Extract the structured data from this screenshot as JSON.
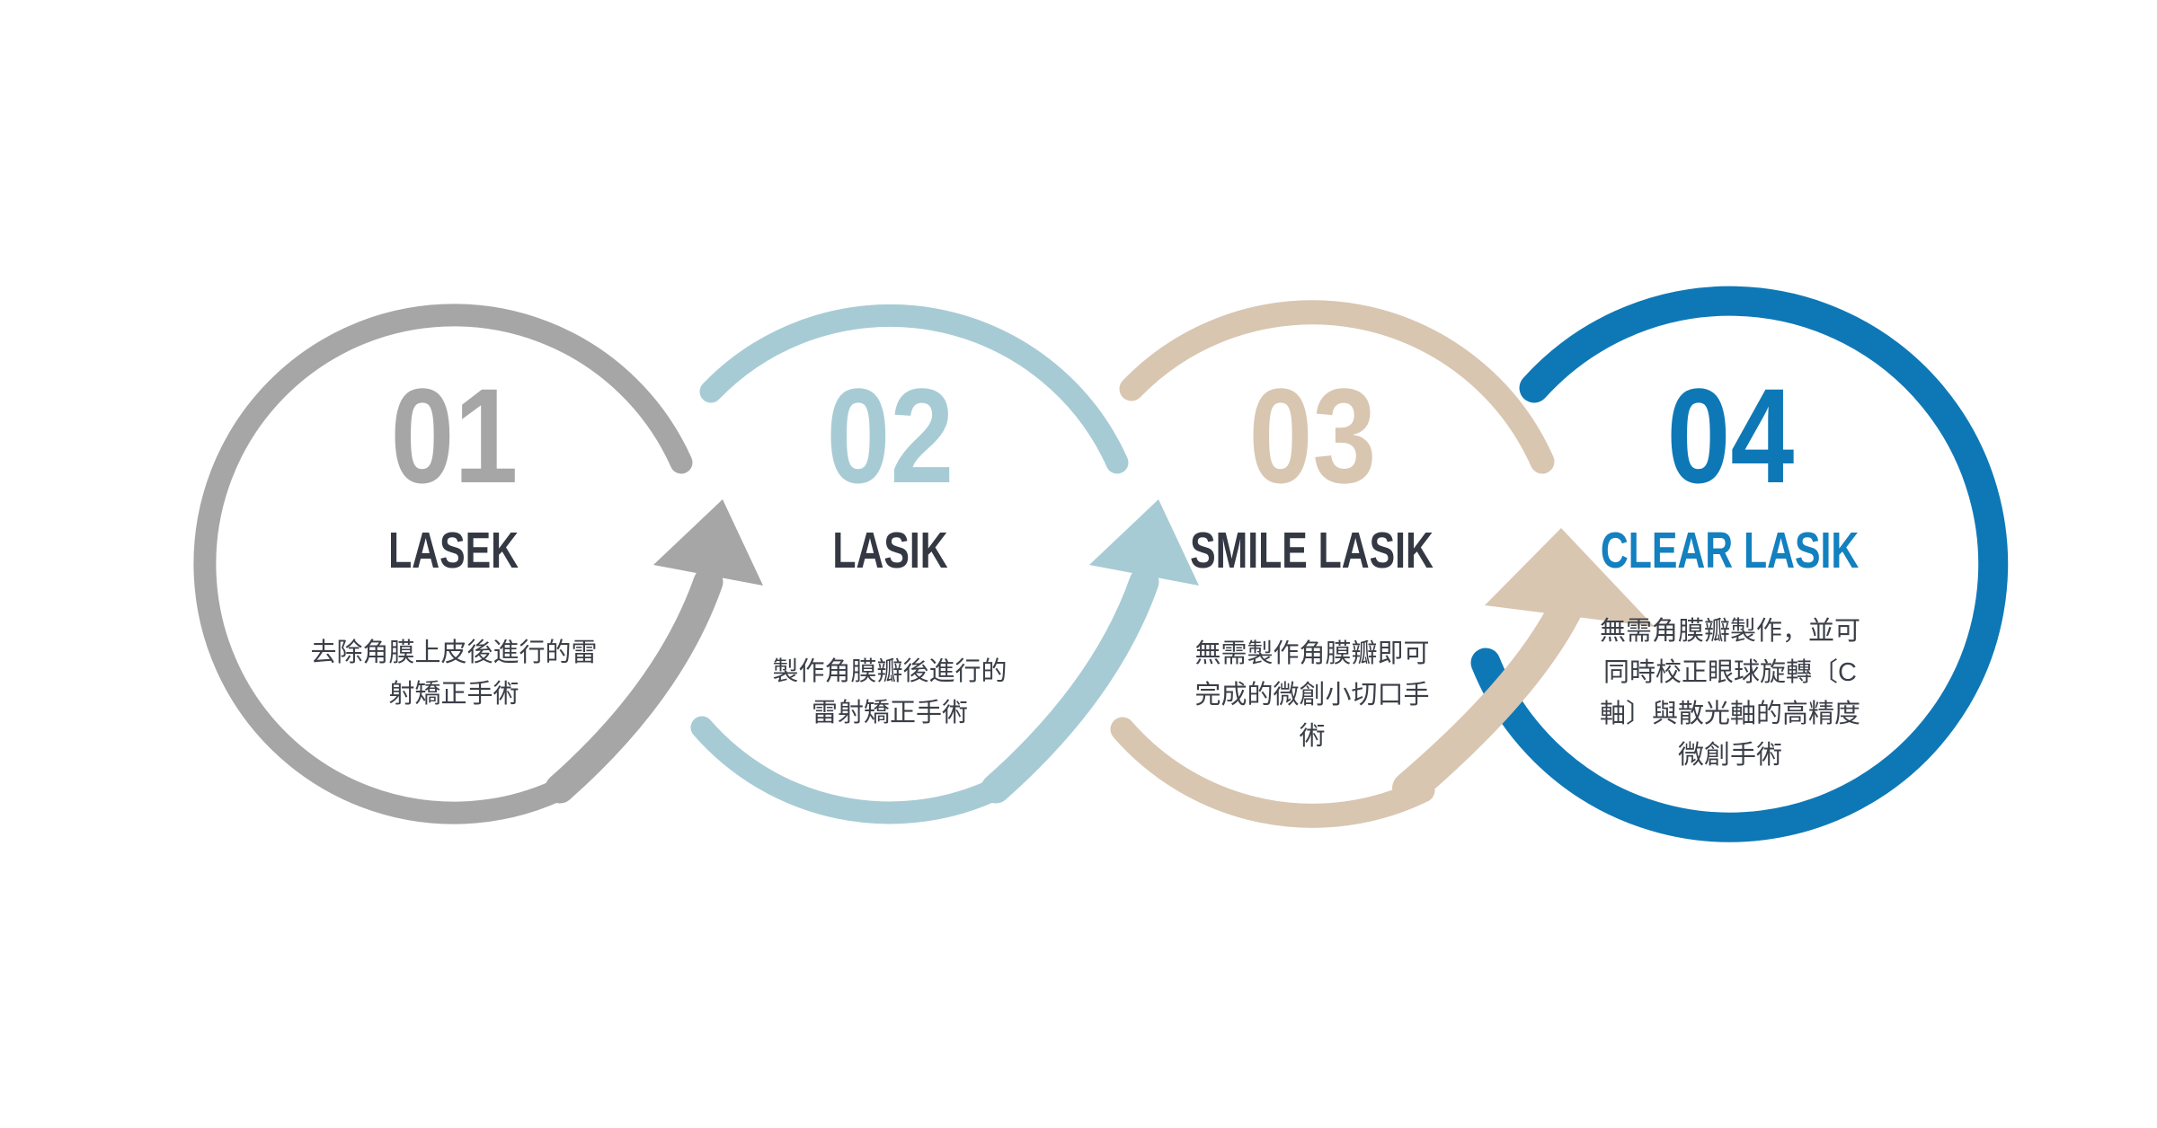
{
  "diagram": {
    "background": "#ffffff",
    "title_color": "#343843",
    "description_color": "#3b3f48",
    "steps": [
      {
        "number": "01",
        "title": "LASEK",
        "description": "去除角膜上皮後進行的雷\n射矯正手術",
        "color": "#a6a6a6",
        "number_color": "#a6a6a6",
        "title_color": "#343843",
        "text_color": "#3b3f48"
      },
      {
        "number": "02",
        "title": "LASIK",
        "description": "製作角膜瓣後進行的\n雷射矯正手術",
        "color": "#a7cbd4",
        "number_color": "#a7cbd4",
        "title_color": "#343843",
        "text_color": "#3b3f48"
      },
      {
        "number": "03",
        "title": "SMILE LASIK",
        "description": "無需製作角膜瓣即可\n完成的微創小切口手\n術",
        "color": "#d8c6b1",
        "number_color": "#d8c6b1",
        "title_color": "#343843",
        "text_color": "#3b3f48"
      },
      {
        "number": "04",
        "title": "CLEAR LASIK",
        "description": "無需角膜瓣製作，並可\n同時校正眼球旋轉〔C\n軸〕與散光軸的高精度\n微創手術",
        "color": "#0e78b6",
        "number_color": "#0e78b6",
        "title_color": "#1380bf",
        "text_color": "#3b3f48"
      }
    ]
  }
}
